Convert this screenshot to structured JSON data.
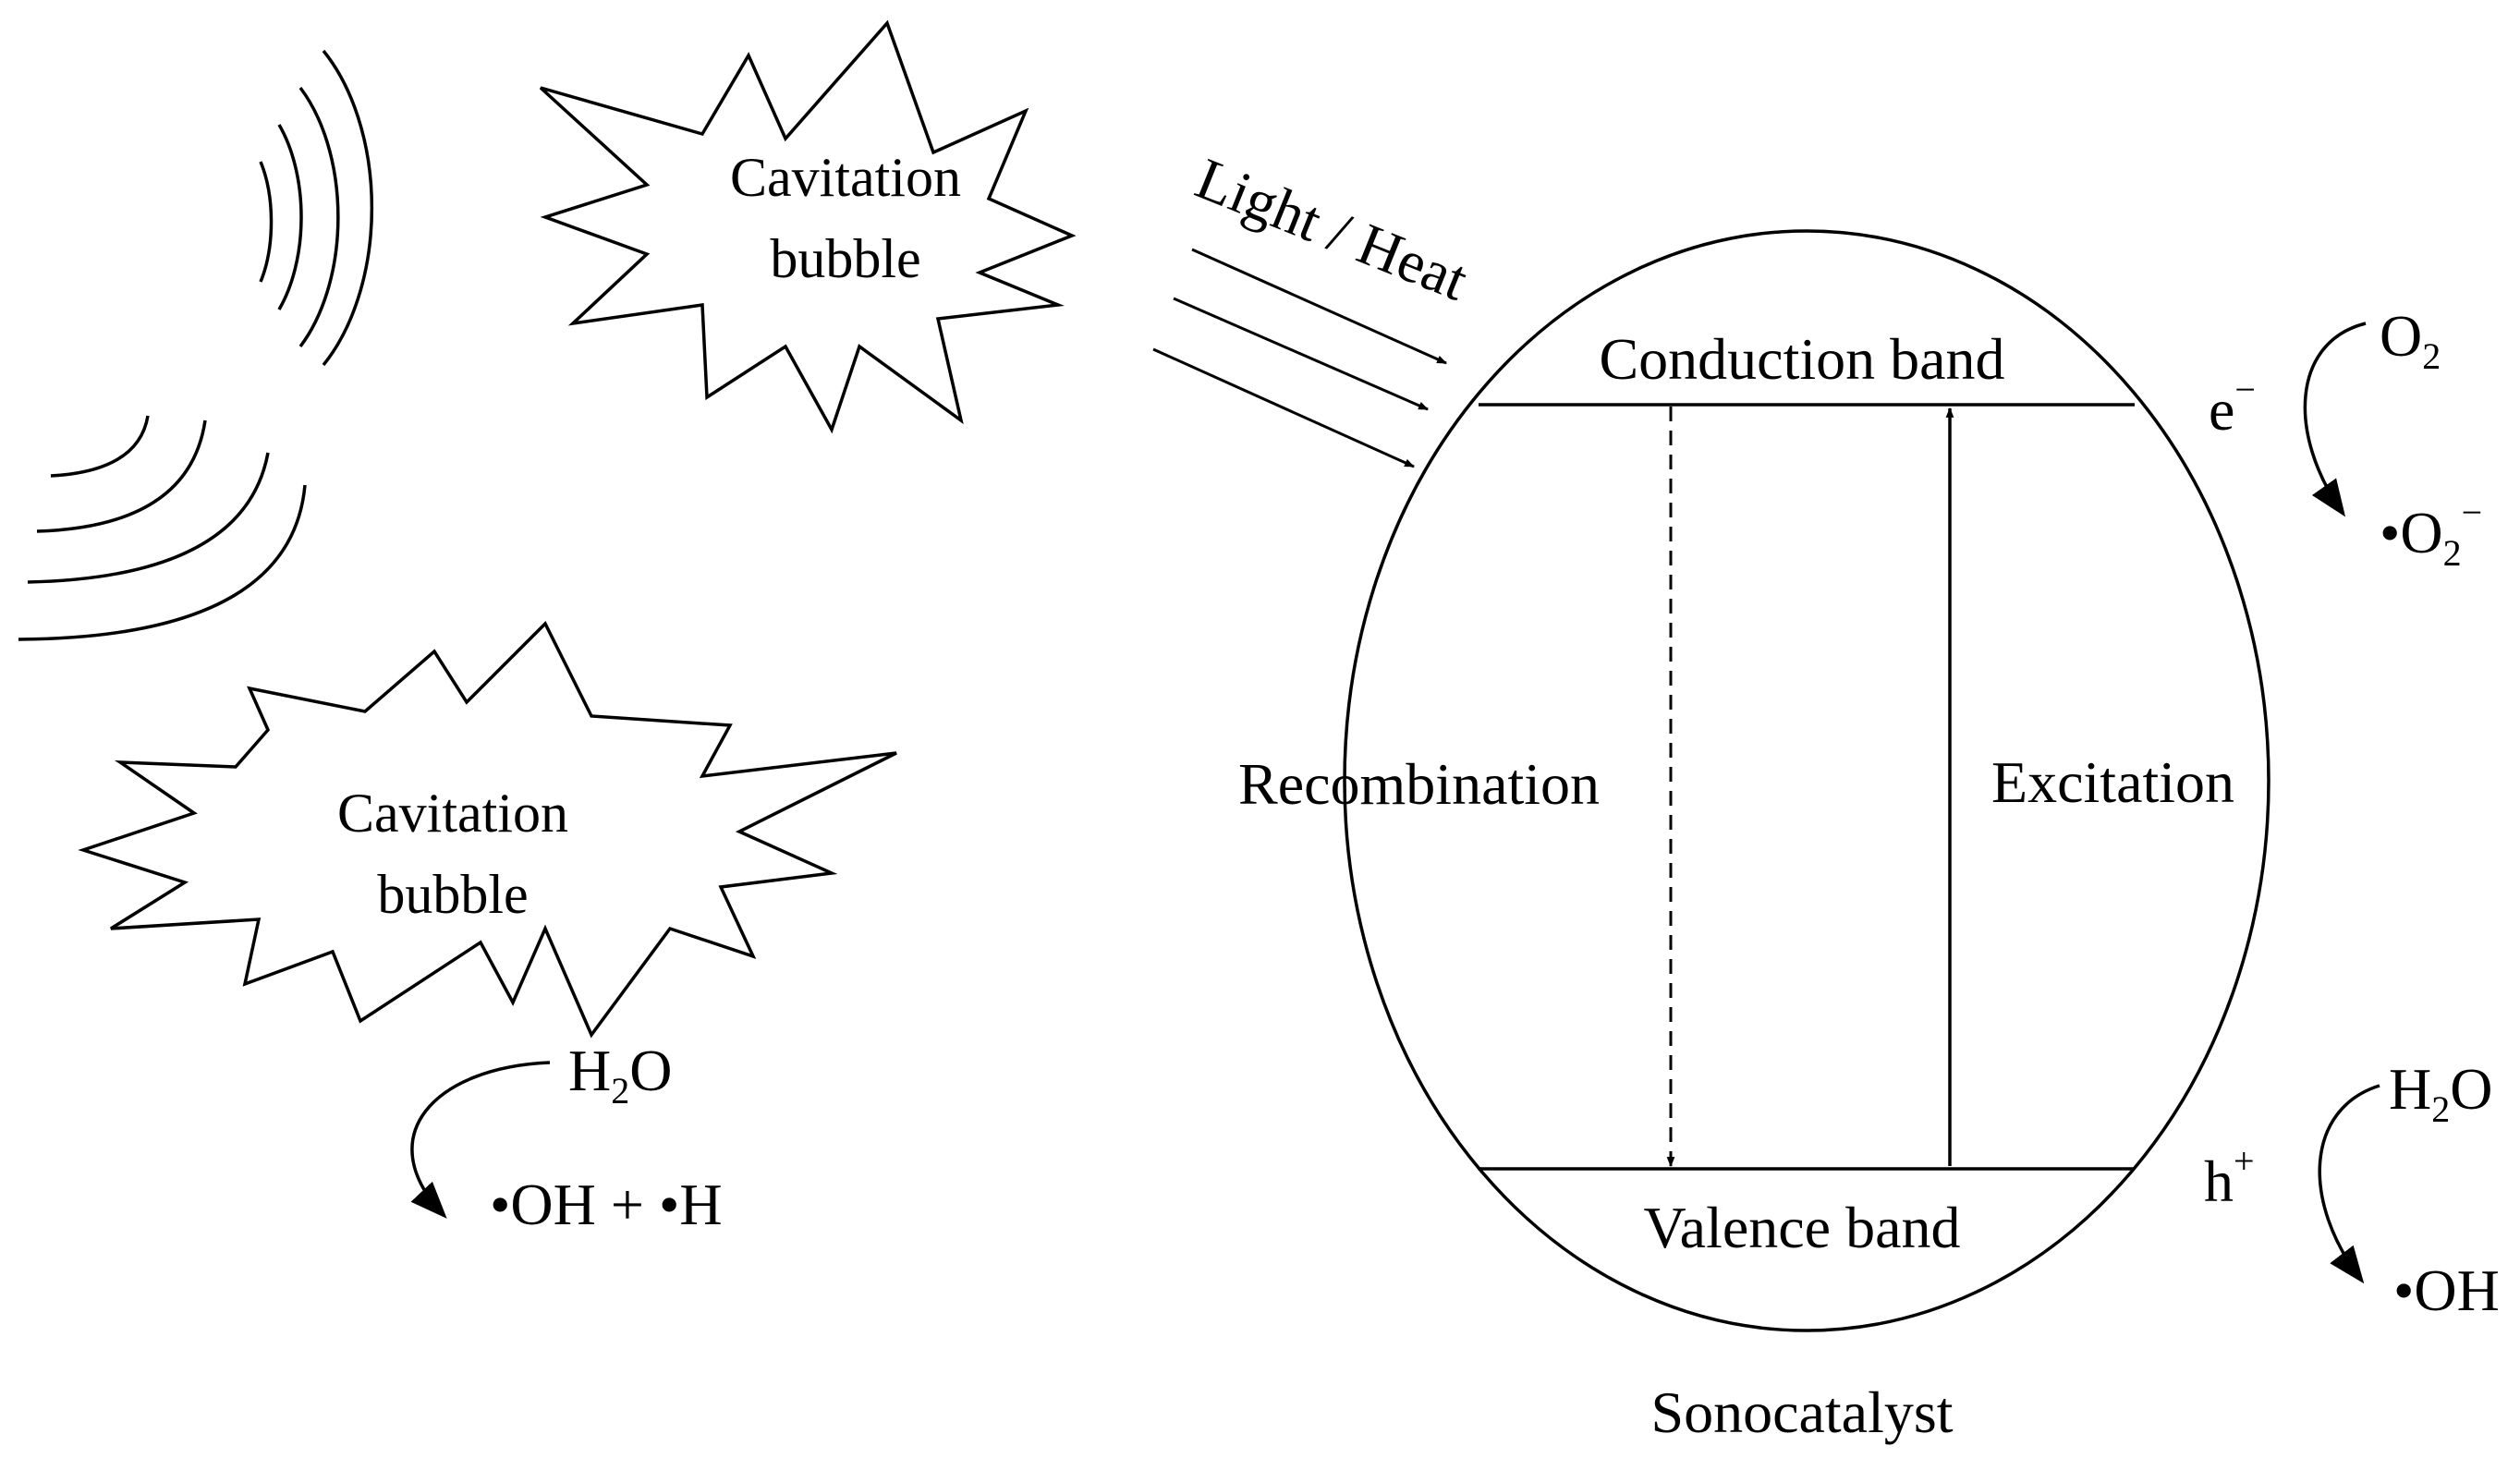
{
  "diagram": {
    "bubble_top": {
      "line1": "Cavitation",
      "line2": "bubble"
    },
    "bubble_bottom": {
      "line1": "Cavitation",
      "line2": "bubble"
    },
    "light_heat_label": "Light / Heat",
    "conduction_band": "Conduction band",
    "valence_band": "Valence band",
    "recombination": "Recombination",
    "excitation": "Excitation",
    "sonocatalyst": "Sonocatalyst",
    "electron": {
      "symbol": "e",
      "charge": "−"
    },
    "hole": {
      "symbol": "h",
      "charge": "+"
    },
    "o2": {
      "base": "O",
      "sub": "2"
    },
    "superoxide": {
      "prefix": "•O",
      "sub": "2",
      "charge": "−"
    },
    "water_right": {
      "base1": "H",
      "sub": "2",
      "base2": "O"
    },
    "hydroxyl_right": "•OH",
    "water_left": {
      "base1": "H",
      "sub": "2",
      "base2": "O"
    },
    "left_products": "•OH + •H"
  }
}
